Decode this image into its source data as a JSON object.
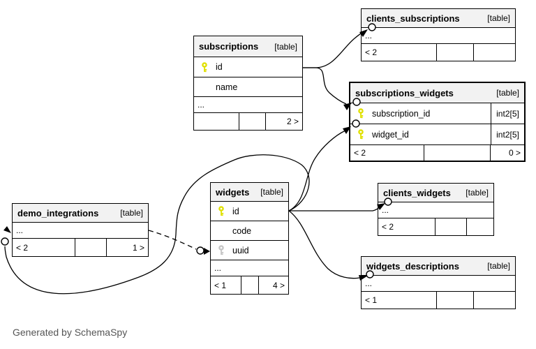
{
  "footer_note": "Generated by SchemaSpy",
  "colors": {
    "primary_key": "#e0e000",
    "unique_key": "#c6c6c6",
    "header_bg": "#f2f2f2",
    "edge": "#000000",
    "note_text": "#555555"
  },
  "tables": [
    {
      "name": "subscriptions",
      "tag": "[table]",
      "columns": [
        {
          "name": "id"
        },
        {
          "name": "name"
        }
      ],
      "dots": "...",
      "footer": {
        "left": "",
        "mid": "",
        "right": "2 >"
      }
    },
    {
      "name": "clients_subscriptions",
      "tag": "[table]",
      "dots": "...",
      "footer": {
        "left": "< 2",
        "mid": "",
        "right": ""
      }
    },
    {
      "name": "subscriptions_widgets",
      "tag": "[table]",
      "columns": [
        {
          "name": "subscription_id",
          "type": "int2[5]"
        },
        {
          "name": "widget_id",
          "type": "int2[5]"
        }
      ],
      "footer": {
        "left": "< 2",
        "mid": "",
        "right": "0 >"
      }
    },
    {
      "name": "widgets",
      "tag": "[table]",
      "columns": [
        {
          "name": "id"
        },
        {
          "name": "code"
        },
        {
          "name": "uuid"
        }
      ],
      "dots": "...",
      "footer": {
        "left": "< 1",
        "mid": "",
        "right": "4 >"
      }
    },
    {
      "name": "demo_integrations",
      "tag": "[table]",
      "dots": "...",
      "footer": {
        "left": "< 2",
        "mid": "",
        "right": "1 >"
      }
    },
    {
      "name": "clients_widgets",
      "tag": "[table]",
      "dots": "...",
      "footer": {
        "left": "< 2",
        "mid": "",
        "right": ""
      }
    },
    {
      "name": "widgets_descriptions",
      "tag": "[table]",
      "dots": "...",
      "footer": {
        "left": "< 1",
        "mid": "",
        "right": ""
      }
    }
  ],
  "relationships": [
    {
      "from": "subscriptions.id",
      "to": "clients_subscriptions",
      "style": "solid"
    },
    {
      "from": "subscriptions.id",
      "to": "subscriptions_widgets.subscription_id",
      "style": "solid"
    },
    {
      "from": "widgets.id",
      "to": "subscriptions_widgets.widget_id",
      "style": "solid"
    },
    {
      "from": "widgets.id",
      "to": "clients_widgets",
      "style": "solid"
    },
    {
      "from": "widgets.id",
      "to": "widgets_descriptions",
      "style": "solid"
    },
    {
      "from": "widgets.id",
      "to": "demo_integrations",
      "style": "solid"
    },
    {
      "from": "demo_integrations",
      "to": "widgets.uuid",
      "style": "dashed"
    }
  ]
}
